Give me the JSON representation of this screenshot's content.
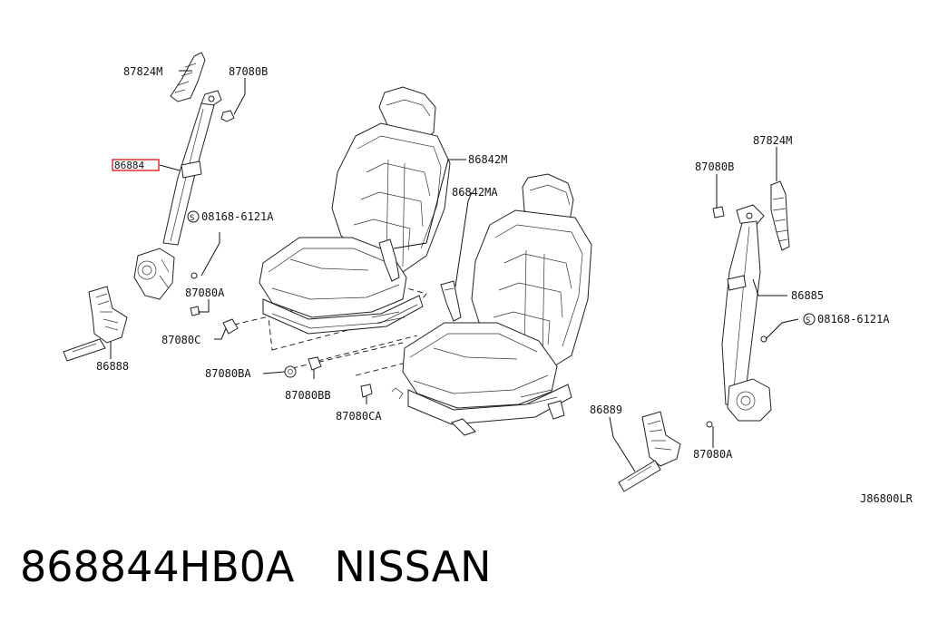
{
  "labels": {
    "l87824m_left": "87824M",
    "l87080b_left": "87080B",
    "l86884": "86884",
    "l08168_left": "08168-6121A",
    "l87080a_left": "87080A",
    "l87080c": "87080C",
    "l86888": "86888",
    "l87080ba": "87080BA",
    "l87080bb": "87080BB",
    "l87080ca": "87080CA",
    "l86842m": "86842M",
    "l86842ma": "86842MA",
    "l87824m_right": "87824M",
    "l87080b_right": "87080B",
    "l86885": "86885",
    "l08168_right": "08168-6121A",
    "l86889": "86889",
    "l87080a_right": "87080A",
    "diagram_code": "J86800LR"
  },
  "caption": {
    "part_number": "868844HB0A",
    "brand": "NISSAN"
  },
  "colors": {
    "highlight": "#e02020",
    "line": "#111111"
  }
}
